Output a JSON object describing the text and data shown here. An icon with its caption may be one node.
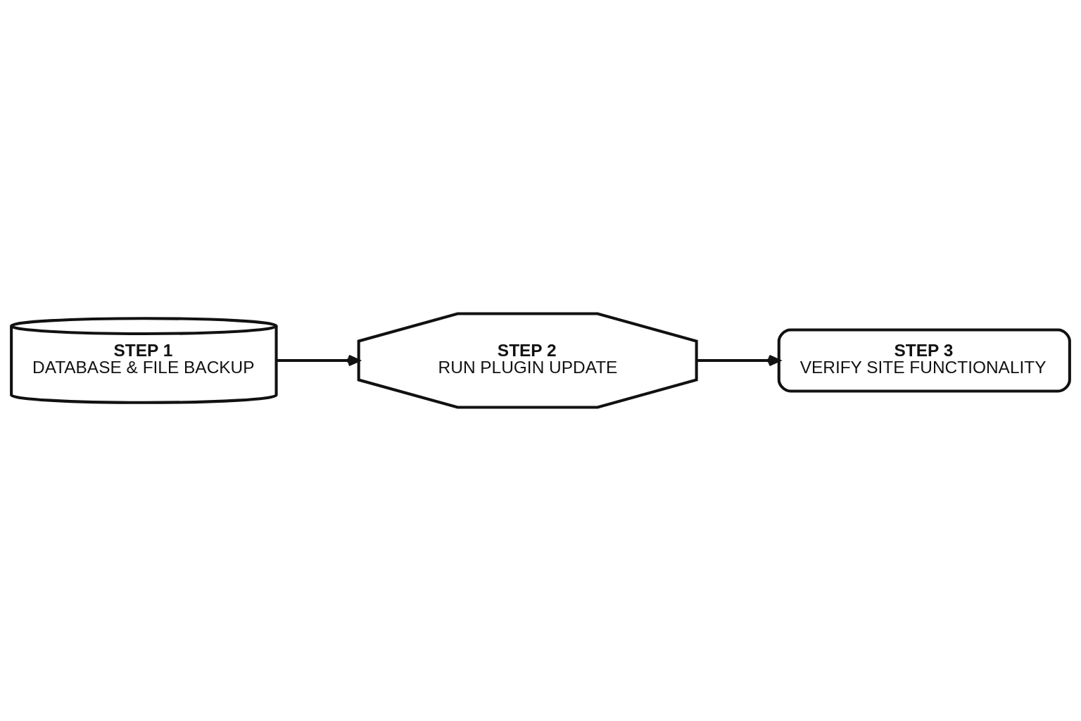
{
  "diagram": {
    "nodes": [
      {
        "text": [
          "STEP 1",
          "DATABASE & FILE BACKUP"
        ]
      },
      {
        "text": [
          "STEP 2",
          "RUN PLUGIN UPDATE"
        ]
      },
      {
        "text": [
          "STEP 3",
          "VERIFY SITE FUNCTIONALITY"
        ]
      }
    ],
    "edges": [
      {
        "from": 0,
        "to": 1,
        "arrow": "to"
      },
      {
        "from": 1,
        "to": 2,
        "arrow": "to"
      }
    ]
  }
}
